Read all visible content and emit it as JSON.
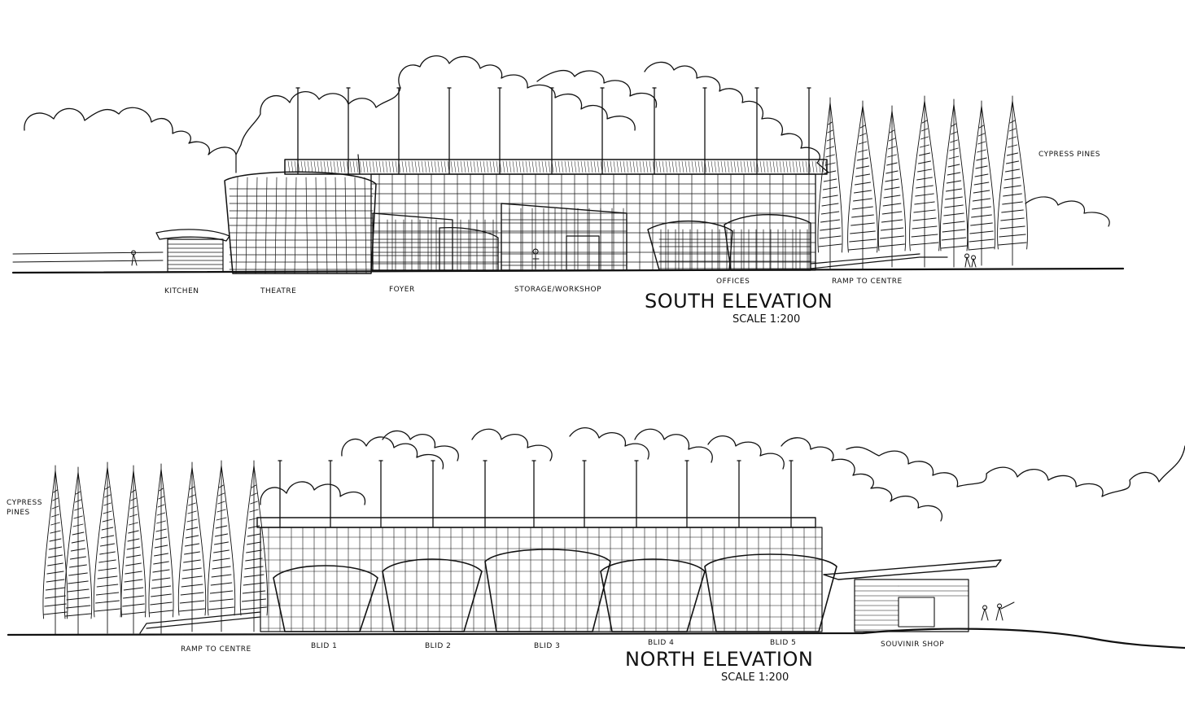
{
  "south": {
    "title": "SOUTH ELEVATION",
    "scale": "SCALE 1:200",
    "labels": {
      "kitchen": "KITCHEN",
      "theatre": "THEATRE",
      "foyer": "FOYER",
      "storage": "STORAGE/WORKSHOP",
      "offices": "OFFICES",
      "ramp": "RAMP TO CENTRE",
      "pines": "CYPRESS PINES"
    }
  },
  "north": {
    "title": "NORTH ELEVATION",
    "scale": "SCALE 1:200",
    "labels": {
      "pines_1": "CYPRESS",
      "pines_2": "PINES",
      "ramp": "RAMP TO CENTRE",
      "bld1": "BLID 1",
      "bld2": "BLID 2",
      "bld3": "BLID 3",
      "bld4": "BLID 4",
      "bld5": "BLID 5",
      "shop": "SOUVINIR SHOP"
    }
  }
}
